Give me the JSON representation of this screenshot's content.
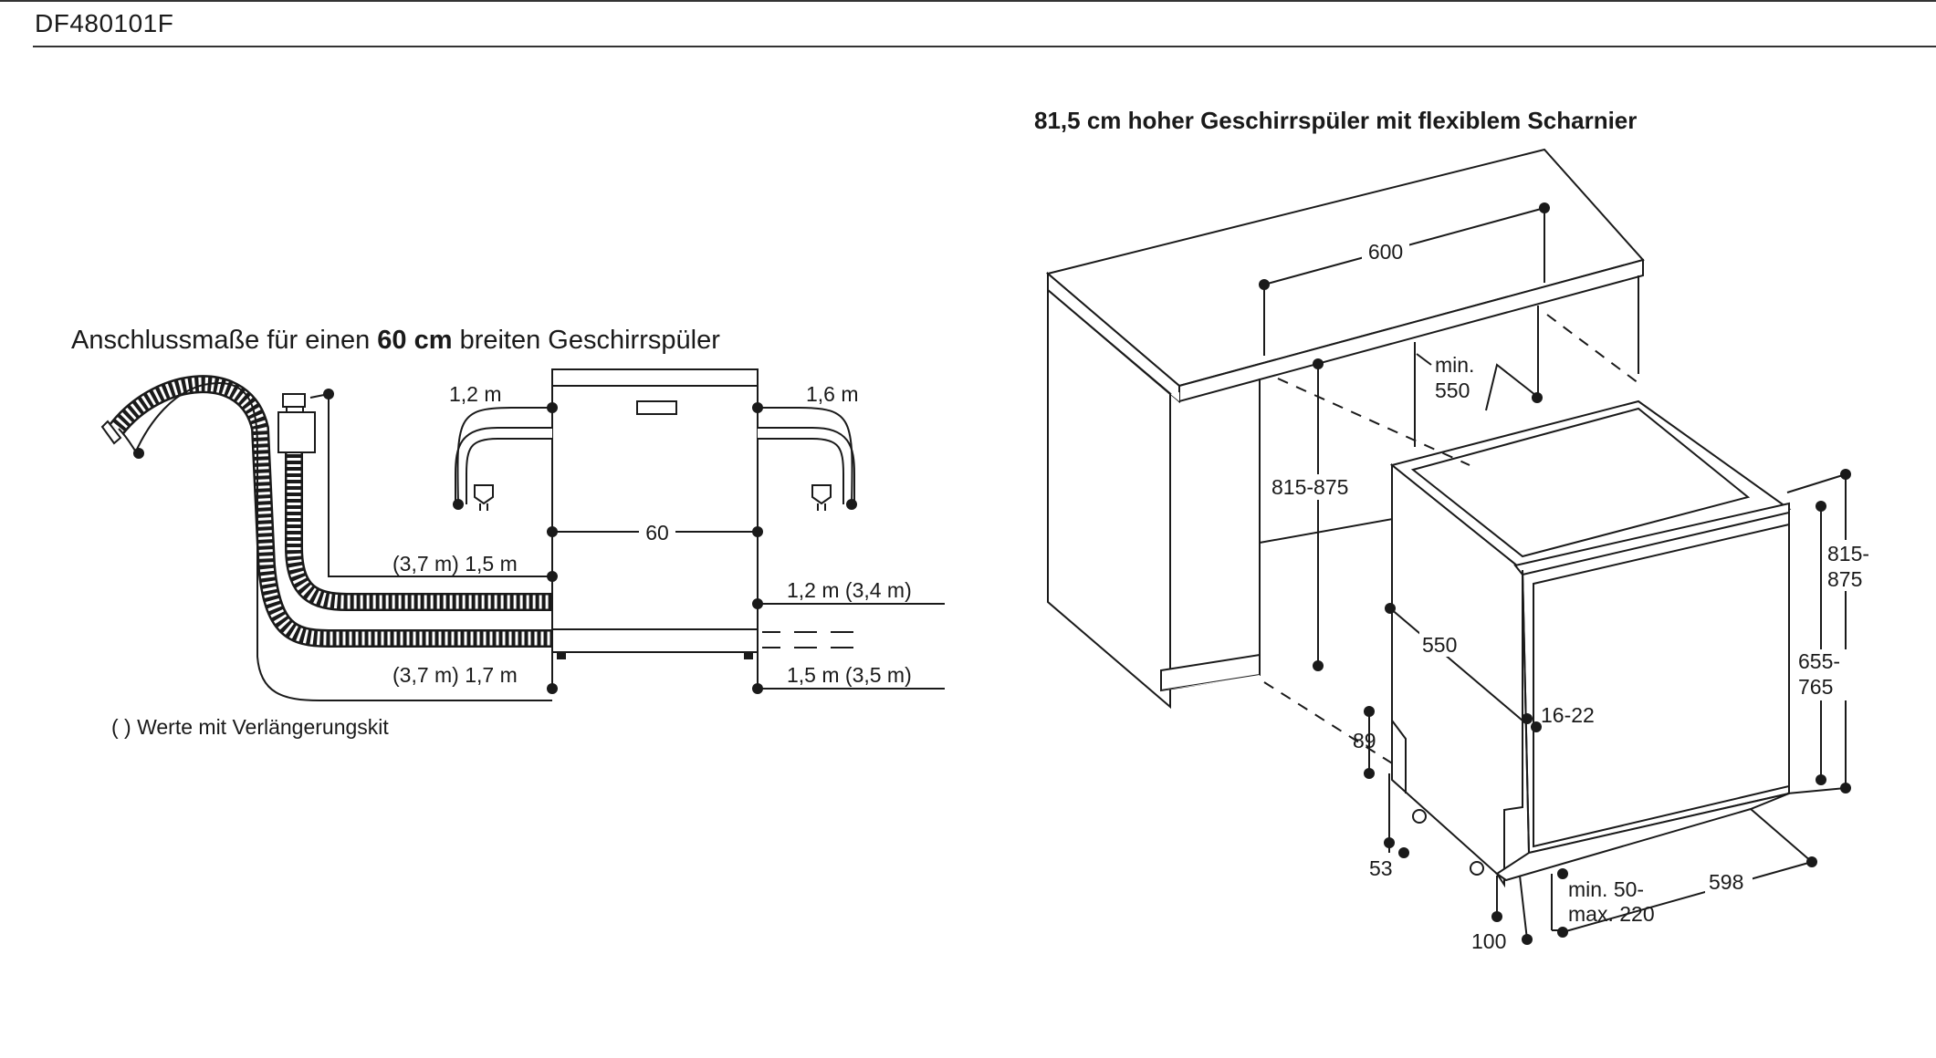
{
  "header": {
    "model": "DF480101F"
  },
  "left": {
    "title_prefix": "Anschlussmaße für einen ",
    "title_bold": "60 cm",
    "title_suffix": " breiten Geschirrspüler",
    "labels": {
      "power_left": "1,2 m",
      "power_right": "1,6 m",
      "width": "60",
      "drain_15": "(3,7 m) 1,5 m",
      "drain_17": "(3,7 m) 1,7 m",
      "water_12": "1,2 m (3,4 m)",
      "water_15": "1,5 m (3,5 m)"
    },
    "footnote": "( ) Werte mit Verlängerungskit"
  },
  "right": {
    "title": "81,5 cm hoher Geschirrspüler mit flexiblem Scharnier",
    "labels": {
      "width_600": "600",
      "min_550_a": "min.",
      "min_550_b": "550",
      "height_815_875": "815-875",
      "depth_550": "550",
      "gap_16_22": "16-22",
      "dim_89": "89",
      "dim_53": "53",
      "dim_100": "100",
      "dim_min50_a": "min. 50-",
      "dim_min50_b": "max. 220",
      "dim_598": "598",
      "h_815_a": "815-",
      "h_815_b": "875",
      "h_655_a": "655-",
      "h_655_b": "765"
    }
  }
}
